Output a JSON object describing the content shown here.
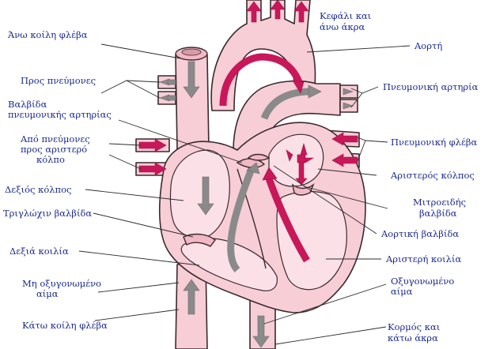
{
  "labels": {
    "svc": "Άνω κοίλη φλέβα",
    "to_lungs": "Προς πνεύμονες",
    "pulm_valve_1": "Βαλβίδα",
    "pulm_valve_2": "πνευμονικής αρτηρίας",
    "from_lungs_1": "Από πνεύμονες",
    "from_lungs_2": "προς αριστερό",
    "from_lungs_3": "κόλπο",
    "right_atrium": "Δεξιός κόλπος",
    "tricuspid": "Τριγλώχιν βαλβίδα",
    "right_ventricle": "Δεξιά κοιλία",
    "deoxy_1": "Μη οξυγονωμένο",
    "deoxy_2": "αίμα",
    "ivc": "Κάτω κοίλη φλέβα",
    "head_1": "Κεφάλι και",
    "head_2": "άνω άκρα",
    "aorta": "Αορτή",
    "pulm_artery": "Πνευμονική αρτηρία",
    "pulm_vein": "Πνευμονική φλέβα",
    "left_atrium": "Αριστερός κόλπος",
    "mitral_1": "Μιτροειδής",
    "mitral_2": "βαλβίδα",
    "aortic_valve": "Αορτική βαλβίδα",
    "left_ventricle": "Αριστερή κοιλία",
    "oxy_1": "Οξυγονωμένο",
    "oxy_2": "αίμα",
    "trunk_1": "Κορμός και",
    "trunk_2": "κάτω άκρα"
  },
  "colors": {
    "label_text": "#1a2a8c",
    "tissue": "#f7cdd6",
    "oxygenated_arrow": "#c8185a",
    "deoxygenated_arrow": "#8a8a8a"
  }
}
